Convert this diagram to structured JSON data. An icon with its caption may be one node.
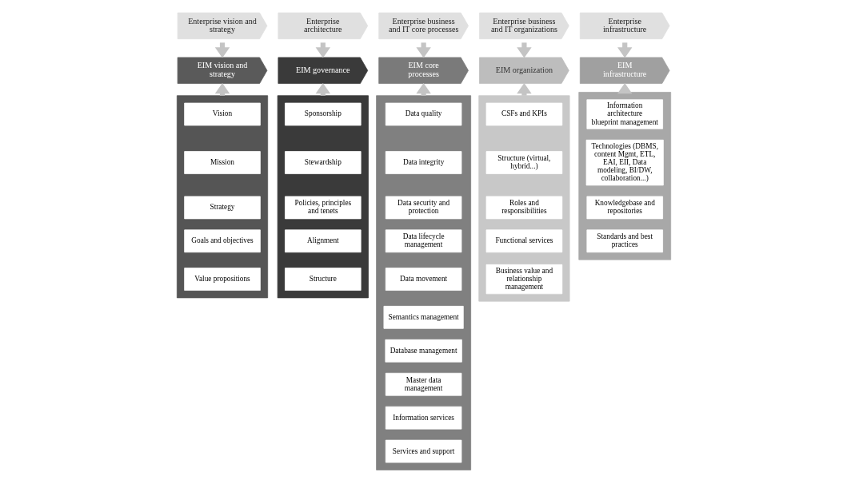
{
  "diagram": {
    "nodes": [
      {
        "text": [
          "Enterprise vision and strategy"
        ]
      },
      {
        "text": [
          "Enterprise architecture"
        ]
      },
      {
        "text": [
          "Enterprise business and IT core processes"
        ]
      },
      {
        "text": [
          "Enterprise business and IT organizations"
        ]
      },
      {
        "text": [
          "Enterprise infrastructure"
        ]
      },
      {
        "text": [
          "EIM vision and strategy"
        ]
      },
      {
        "text": [
          "EIM governance"
        ]
      },
      {
        "text": [
          "EIM core processes"
        ]
      },
      {
        "text": [
          "EIM organization"
        ]
      },
      {
        "text": [
          "EIM infrastructure"
        ]
      },
      {
        "text": [],
        "shape": "box"
      },
      {
        "text": [
          "Vision"
        ],
        "in": 10
      },
      {
        "text": [
          "Mission"
        ],
        "in": 10
      },
      {
        "text": [
          "Strategy"
        ],
        "in": 10
      },
      {
        "text": [
          "Goals and objectives"
        ],
        "in": 10
      },
      {
        "text": [
          "Value propositions"
        ],
        "in": 10
      },
      {
        "text": [],
        "shape": "box"
      },
      {
        "text": [
          "Sponsorship"
        ],
        "in": 16
      },
      {
        "text": [
          "Stewardship"
        ],
        "in": 16
      },
      {
        "text": [
          "Policies, principles and tenets"
        ],
        "in": 16
      },
      {
        "text": [
          "Alignment"
        ],
        "in": 16
      },
      {
        "text": [
          "Structure"
        ],
        "in": 16
      },
      {
        "text": [],
        "shape": "box"
      },
      {
        "text": [
          "Data quality"
        ],
        "in": 22
      },
      {
        "text": [
          "Data integrity"
        ],
        "in": 22
      },
      {
        "text": [
          "Data security and protection"
        ],
        "in": 22
      },
      {
        "text": [
          "Data lifecycle management"
        ],
        "in": 22
      },
      {
        "text": [
          "Data movement"
        ],
        "in": 22
      },
      {
        "text": [
          "Semantics management"
        ],
        "in": 22
      },
      {
        "text": [
          "Database management"
        ],
        "in": 22
      },
      {
        "text": [
          "Master data management"
        ],
        "in": 22
      },
      {
        "text": [
          "Information services"
        ],
        "in": 22
      },
      {
        "text": [
          "Services and support"
        ],
        "in": 22
      },
      {
        "text": [],
        "shape": "box"
      },
      {
        "text": [
          "CSFs and KPIs"
        ],
        "in": 33
      },
      {
        "text": [
          "Structure (virtual, hybrid...)"
        ],
        "in": 33
      },
      {
        "text": [
          "Roles and responsibilities"
        ],
        "in": 33
      },
      {
        "text": [
          "Functional services"
        ],
        "in": 33
      },
      {
        "text": [
          "Business value and relationship management"
        ],
        "in": 33
      },
      {
        "text": [],
        "shape": "box"
      },
      {
        "text": [
          "Information architecture blueprint management"
        ],
        "in": 39
      },
      {
        "text": [
          "Technologies (DBMS, content Mgmt, ETL, EAI, EII, Data modeling, BI/DW, collaboration...)"
        ],
        "in": 39
      },
      {
        "text": [
          "Knowledgebase and repositories"
        ],
        "in": 39
      },
      {
        "text": [
          "Standards and best practices"
        ],
        "in": 39
      }
    ],
    "edges": [
      {
        "from": 0,
        "to": 5,
        "arrow": "to"
      },
      {
        "from": 1,
        "to": 6,
        "arrow": "to"
      },
      {
        "from": 2,
        "to": 7,
        "arrow": "to"
      },
      {
        "from": 3,
        "to": 8,
        "arrow": "to"
      },
      {
        "from": 4,
        "to": 9,
        "arrow": "to"
      },
      {
        "from": 10,
        "to": 5,
        "arrow": "to"
      },
      {
        "from": 16,
        "to": 6,
        "arrow": "to"
      },
      {
        "from": 22,
        "to": 7,
        "arrow": "to"
      },
      {
        "from": 33,
        "to": 8,
        "arrow": "to"
      },
      {
        "from": 39,
        "to": 9,
        "arrow": "to"
      }
    ]
  }
}
